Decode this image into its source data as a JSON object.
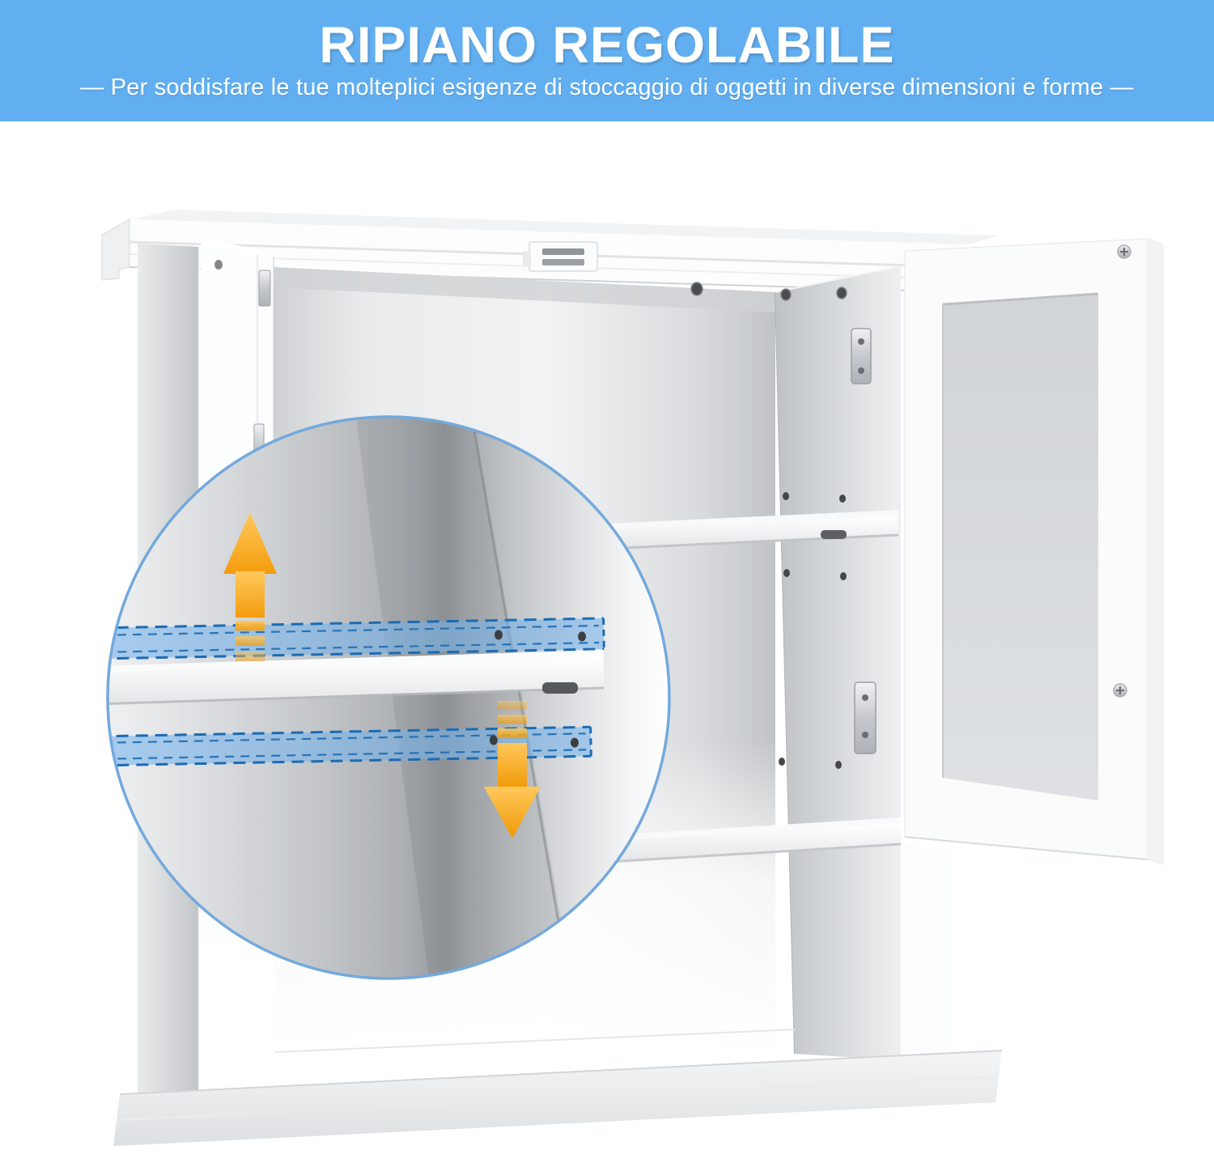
{
  "header": {
    "title": "RIPIANO REGOLABILE",
    "subtitle": "— Per soddisfare le tue molteplici esigenze di stoccaggio di oggetti in diverse dimensioni e forme —"
  },
  "colors": {
    "banner_blue": "#61AFF1",
    "banner_text": "#FFFFFF",
    "arrow_orange_light": "#FFC95E",
    "arrow_orange_dark": "#F49C0C",
    "rail_fill": "rgba(115,178,235,0.58)",
    "rail_dash": "#1C6BB3",
    "circle_border": "#74A9DC",
    "cabinet_white": "#FFFFFF",
    "interior_gray": "#C9CCCF"
  },
  "icons": {
    "up_arrow": "up-arrow-icon",
    "down_arrow": "down-arrow-icon",
    "magnifier": "magnifier-circle"
  }
}
